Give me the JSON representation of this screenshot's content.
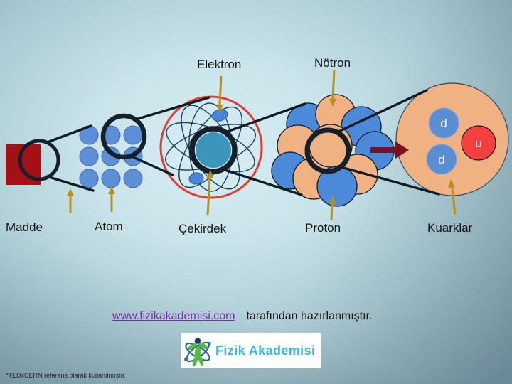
{
  "diagram": {
    "stage_labels": {
      "madde": "Madde",
      "atom": "Atom",
      "cekirdek": "Çekirdek",
      "proton": "Proton",
      "kuarklar": "Kuarklar"
    },
    "particle_labels": {
      "elektron": "Elektron",
      "notron": "Nötron"
    },
    "quark_labels": {
      "d_top": "d",
      "d_bottom": "d",
      "u": "u"
    },
    "colors": {
      "matter_red": "#a31016",
      "proton_blue": "#4b89d9",
      "neutron_orange": "#f0b183",
      "nucleus_teal": "#3e95bb",
      "quark_down_blue": "#5b8dd2",
      "quark_up_red": "#f4403e",
      "orbit_ring_red": "#e23b31",
      "pointer_gold": "#b8901f",
      "zoom_arrow_maroon": "#7a1120"
    }
  },
  "footer": {
    "link_text": "www.fizikakademisi.com",
    "credit_text": "tarafından hazırlanmıştır.",
    "footnote": "*TEDxCERN referans olarak kullanılmıştır."
  },
  "logo": {
    "name": "Fizik Akademisi"
  }
}
